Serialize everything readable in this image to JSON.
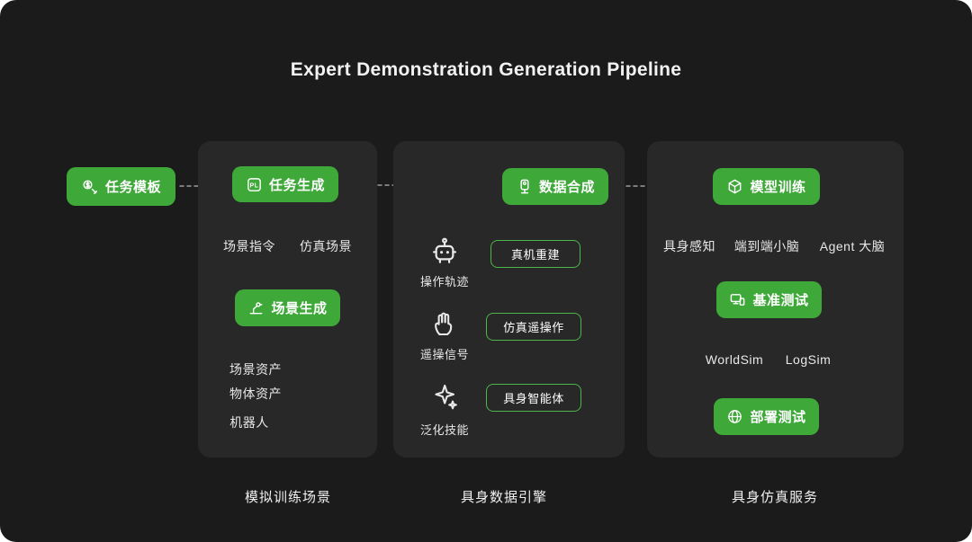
{
  "title": "Expert Demonstration Generation Pipeline",
  "colors": {
    "accent_green": "#3ea839",
    "outline_green": "#4db64a",
    "background": "#1b1b1b",
    "panel": "#282828",
    "arrow": "#9e9e9e"
  },
  "source_node": {
    "label": "任务模板",
    "icon": "money-tools-icon"
  },
  "panels": [
    {
      "caption": "模拟训练场景",
      "task_gen": {
        "label": "任务生成",
        "icon": "pl-badge-icon"
      },
      "mid_labels": {
        "left": "场景指令",
        "right": "仿真场景"
      },
      "scene_gen": {
        "label": "场景生成",
        "icon": "robot-arm-icon"
      },
      "assets": [
        "场景资产",
        "物体资产",
        "机器人"
      ]
    },
    {
      "caption": "具身数据引擎",
      "data_syn": {
        "label": "数据合成",
        "icon": "vlog-camera-icon"
      },
      "rows": [
        {
          "icon": "robot-icon",
          "icon_label": "操作轨迹",
          "box": "真机重建"
        },
        {
          "icon": "glove-icon",
          "icon_label": "遥操信号",
          "box": "仿真遥操作"
        },
        {
          "icon": "skill-sparkle-icon",
          "icon_label": "泛化技能",
          "box": "具身智能体"
        }
      ]
    },
    {
      "caption": "具身仿真服务",
      "model_train": {
        "label": "模型训练",
        "icon": "cube-icon"
      },
      "mid_labels": [
        "具身感知",
        "端到端小脑",
        "Agent 大脑"
      ],
      "benchmark": {
        "label": "基准测试",
        "icon": "devices-icon"
      },
      "sims": [
        "WorldSim",
        "LogSim"
      ],
      "deploy": {
        "label": "部署测试",
        "icon": "globe-icon"
      }
    }
  ]
}
